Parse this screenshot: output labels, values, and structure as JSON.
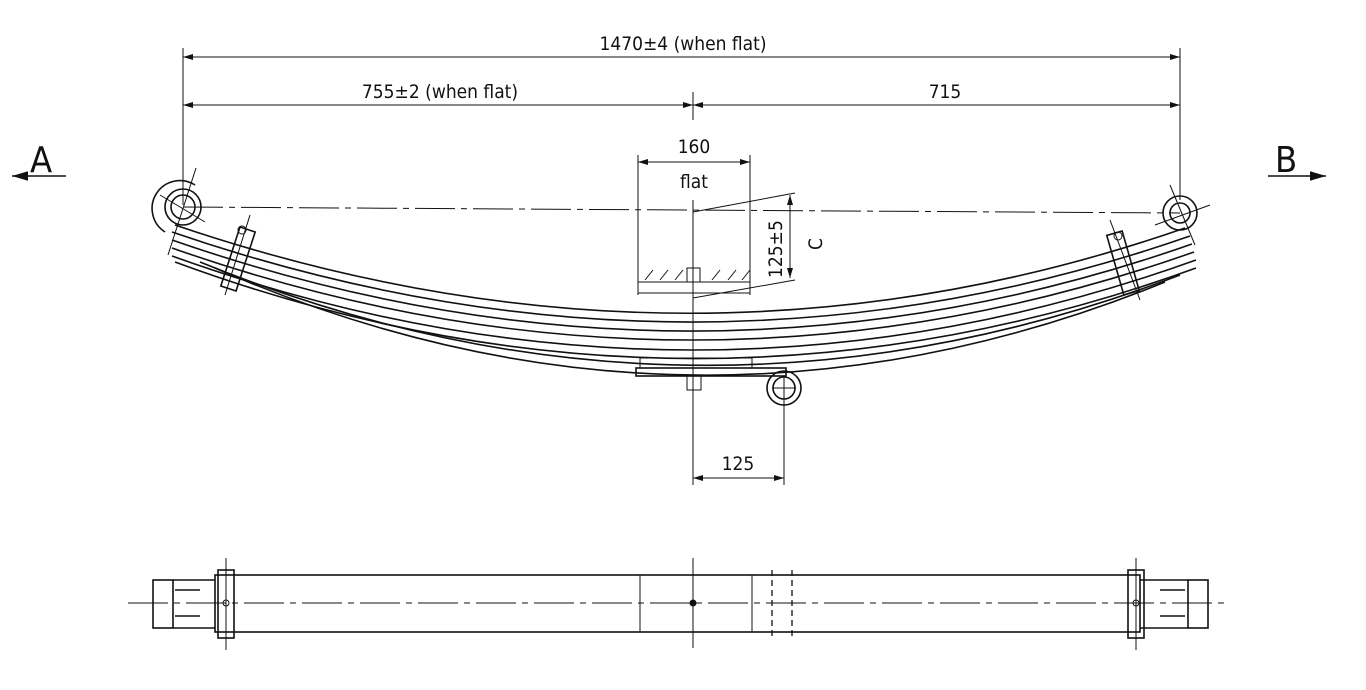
{
  "drawing": {
    "view_labels": {
      "left": "A",
      "right": "B"
    },
    "dimensions": {
      "overall_length": "1470±4 (when flat)",
      "left_length": "755±2 (when flat)",
      "right_length": "715",
      "clamp_width": "160",
      "clamp_note": "flat",
      "camber": "125±5",
      "camber_label": "C",
      "helper_eye_offset": "125"
    }
  }
}
